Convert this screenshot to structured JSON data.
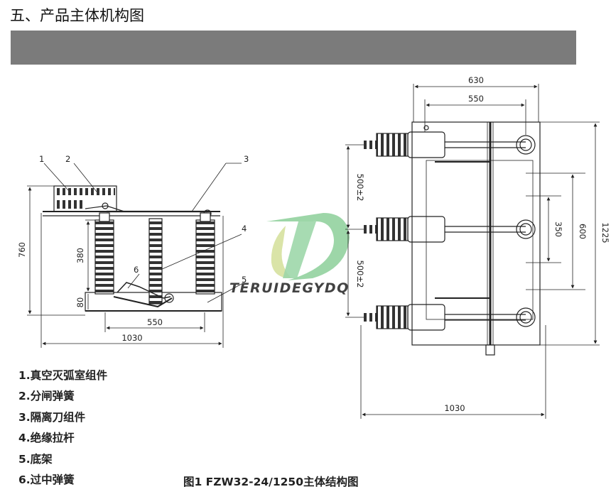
{
  "section_title": "五、产品主体机构图",
  "side_view": {
    "callouts": [
      "1",
      "2",
      "3",
      "4",
      "5",
      "6"
    ],
    "dimensions": {
      "height_total": "760",
      "height_insulator": "380",
      "height_base": "80",
      "pole_spacing": "550",
      "length_total": "1030"
    }
  },
  "top_view": {
    "dimensions": {
      "width_outer": "630",
      "width_inner": "550",
      "phase_spacing_upper": "500±2",
      "phase_spacing_lower": "500±2",
      "inner_350": "350",
      "inner_600": "600",
      "overall_1225": "1225",
      "length_total": "1030"
    }
  },
  "watermark": {
    "text": "TERUIDEGYDQ",
    "colors": {
      "green": "#8ccf9a",
      "yellow": "#d4e09a"
    }
  },
  "legend": [
    "1.真空灭弧室组件",
    "2.分闸弹簧",
    "3.隔离刀组件",
    "4.绝缘拉杆",
    "5.底架",
    "6.过中弹簧"
  ],
  "caption": "图1 FZW32-24/1250主体结构图",
  "colors": {
    "header_bar": "#7b7b7b",
    "ink": "#222222"
  }
}
